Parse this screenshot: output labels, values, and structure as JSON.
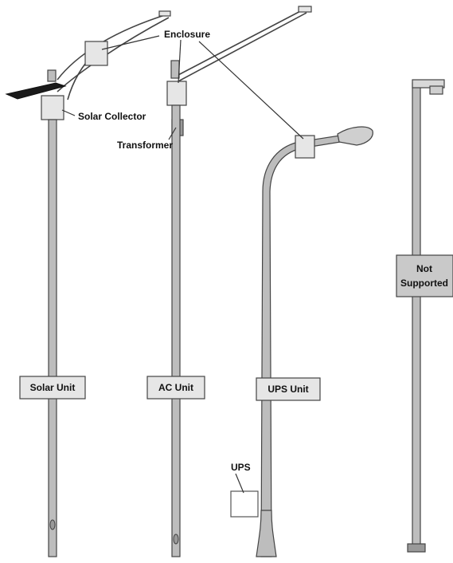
{
  "labels": {
    "enclosure": "Enclosure",
    "solar_collector": "Solar Collector",
    "transformer": "Transformer",
    "ups": "UPS"
  },
  "units": {
    "solar": "Solar Unit",
    "ac": "AC Unit",
    "ups": "UPS Unit",
    "not_supported_line1": "Not",
    "not_supported_line2": "Supported"
  }
}
